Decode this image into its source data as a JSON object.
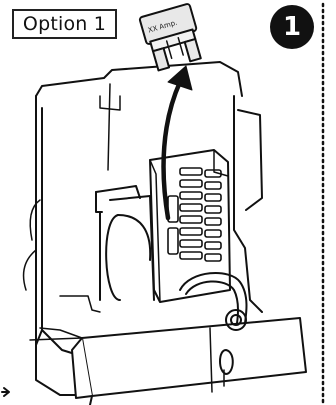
{
  "option_label": "Option 1",
  "step_number": "1",
  "fuse": {
    "rating_text": "XX Amp."
  },
  "colors": {
    "line": "#111111",
    "fuse_fill": "#e8e8e8",
    "background": "#ffffff",
    "badge": "#111111"
  }
}
